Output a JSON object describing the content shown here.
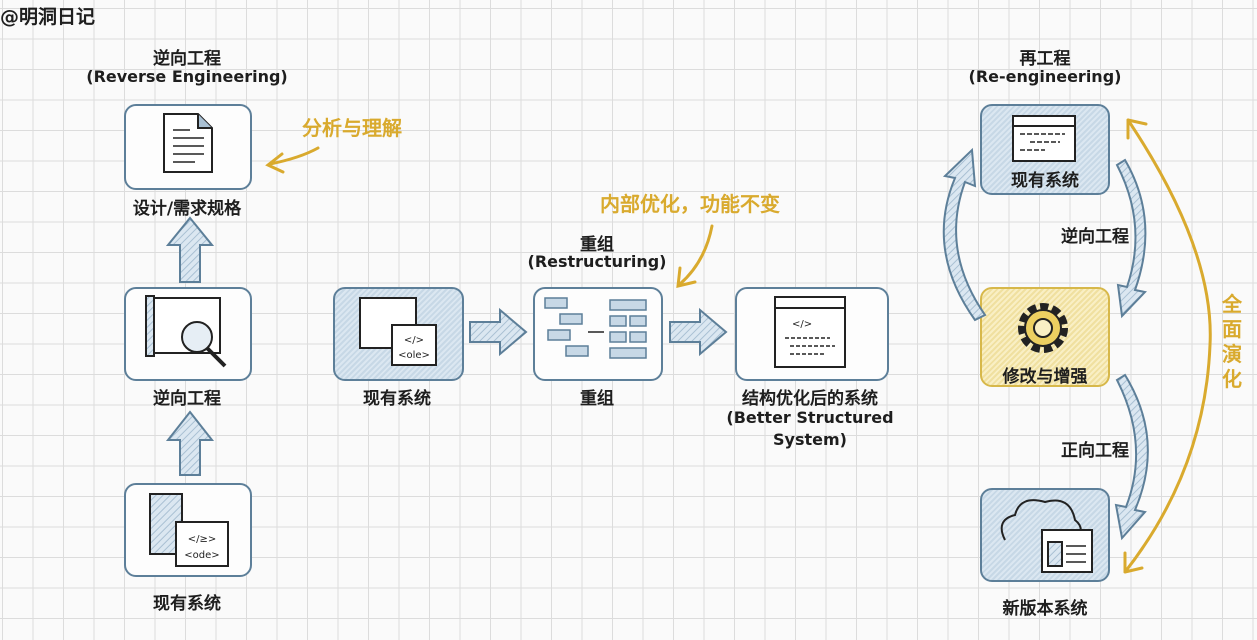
{
  "watermark": "@明洞日记",
  "reverse": {
    "title": "逆向工程",
    "subtitle": "(Reverse Engineering)",
    "annotation": "分析与理解",
    "nodes": [
      "设计/需求规格",
      "逆向工程",
      "现有系统"
    ]
  },
  "restructure": {
    "title": "重组",
    "subtitle": "(Restructuring)",
    "annotation": "内部优化，功能不变",
    "nodes": [
      "现有系统",
      "重组"
    ],
    "result": [
      "结构优化后的系统",
      "(Better Structured",
      "System)"
    ]
  },
  "reengineer": {
    "title": "再工程",
    "subtitle": "(Re-engineering)",
    "nodes": [
      "现有系统",
      "修改与增强",
      "新版本系统"
    ],
    "edges": [
      "逆向工程",
      "正向工程"
    ],
    "loop": "全面演化"
  },
  "colors": {
    "blue": "#5d7f99",
    "yellow": "#d9aa2e",
    "grid": "#dcdcdc"
  }
}
